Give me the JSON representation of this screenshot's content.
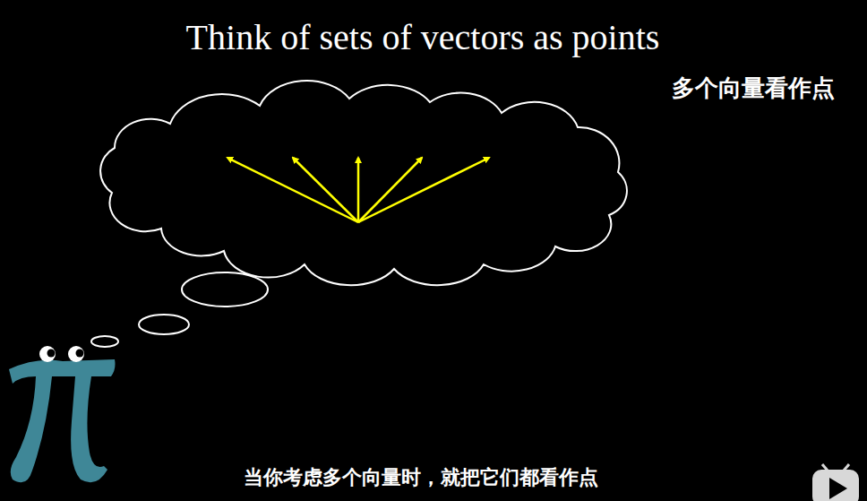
{
  "diagram": {
    "title": "Think of sets of vectors as points",
    "caption": "当你考虑多个向量时，就把它们都看作点",
    "labels": [
      "多个向量看作点"
    ]
  }
}
